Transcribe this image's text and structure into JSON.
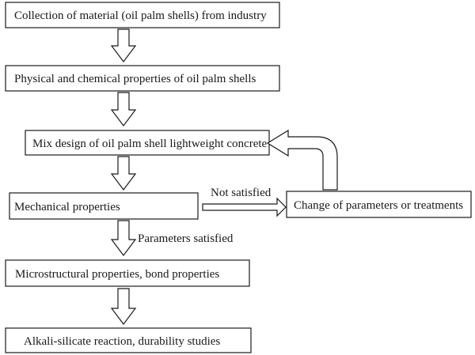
{
  "nodes": {
    "collection": "Collection of material (oil palm shells) from industry",
    "properties": "Physical and chemical properties of oil palm shells",
    "mix_design": "Mix design of oil palm shell lightweight concrete",
    "mechanical": "Mechanical properties",
    "change": "Change of parameters or treatments",
    "microstructural": "Microstructural properties, bond properties",
    "alkali": "Alkali-silicate reaction, durability studies"
  },
  "edge_labels": {
    "not_satisfied": "Not satisfied",
    "parameters_satisfied": "Parameters satisfied"
  }
}
